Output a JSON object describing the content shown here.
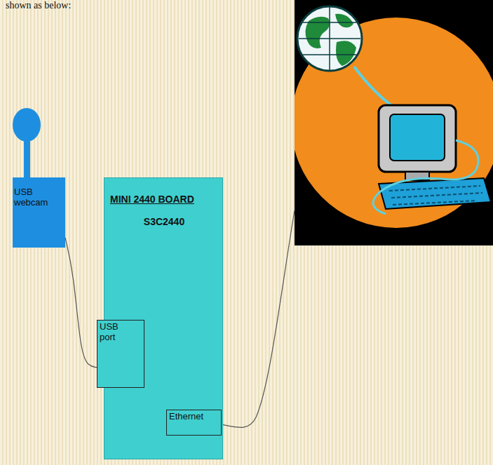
{
  "diagram": {
    "nodes": [
      {
        "text": [
          "USB webcam"
        ]
      },
      {
        "text": [
          "MINI 2440 BOARD",
          "S3C2440"
        ]
      },
      {
        "text": [
          "USB port"
        ],
        "in": 1
      },
      {
        "text": [
          "Ethernet"
        ],
        "in": 1
      }
    ],
    "edges": [
      {
        "from": 0,
        "to": 2,
        "arrow": "none"
      }
    ],
    "labels": [
      "shown as below:"
    ]
  }
}
